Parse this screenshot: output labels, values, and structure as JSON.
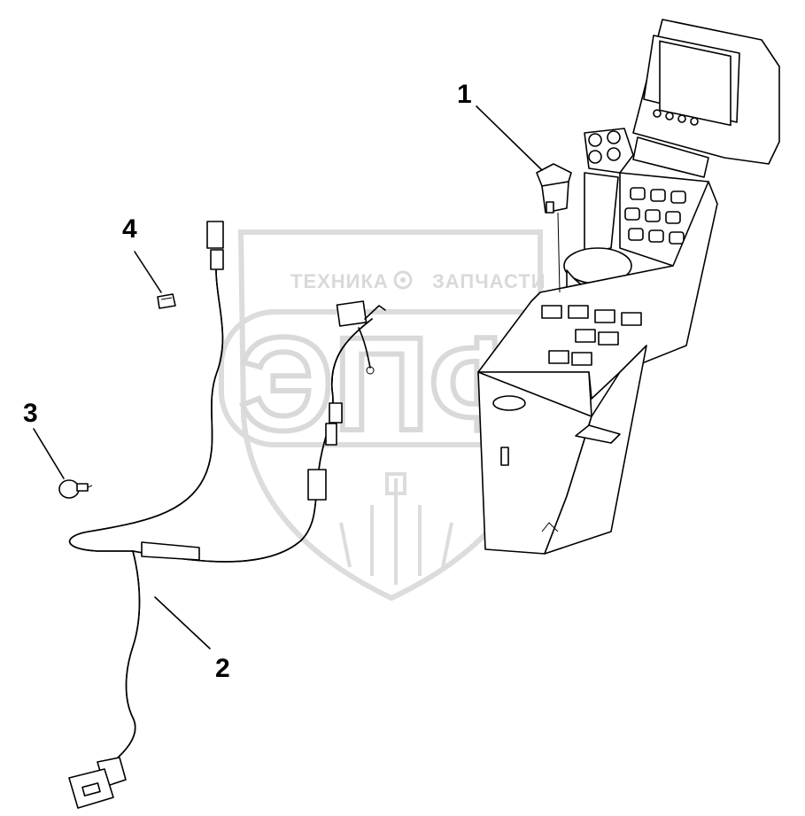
{
  "watermark": {
    "left_word": "ТЕХНИКА",
    "right_word": "ЗАПЧАСТИ",
    "logo_letters": "ЭПФ",
    "gear_icon": "gear-icon",
    "color": "#d9d9d9"
  },
  "callouts": [
    {
      "id": "1",
      "label": "1"
    },
    {
      "id": "2",
      "label": "2"
    },
    {
      "id": "3",
      "label": "3"
    },
    {
      "id": "4",
      "label": "4"
    }
  ],
  "icons": {
    "console": "joystick-console-icon",
    "harness": "wiring-harness-icon",
    "clip": "cable-clip-icon",
    "fuse": "fuse-icon",
    "switch": "rocker-switch-icon"
  }
}
